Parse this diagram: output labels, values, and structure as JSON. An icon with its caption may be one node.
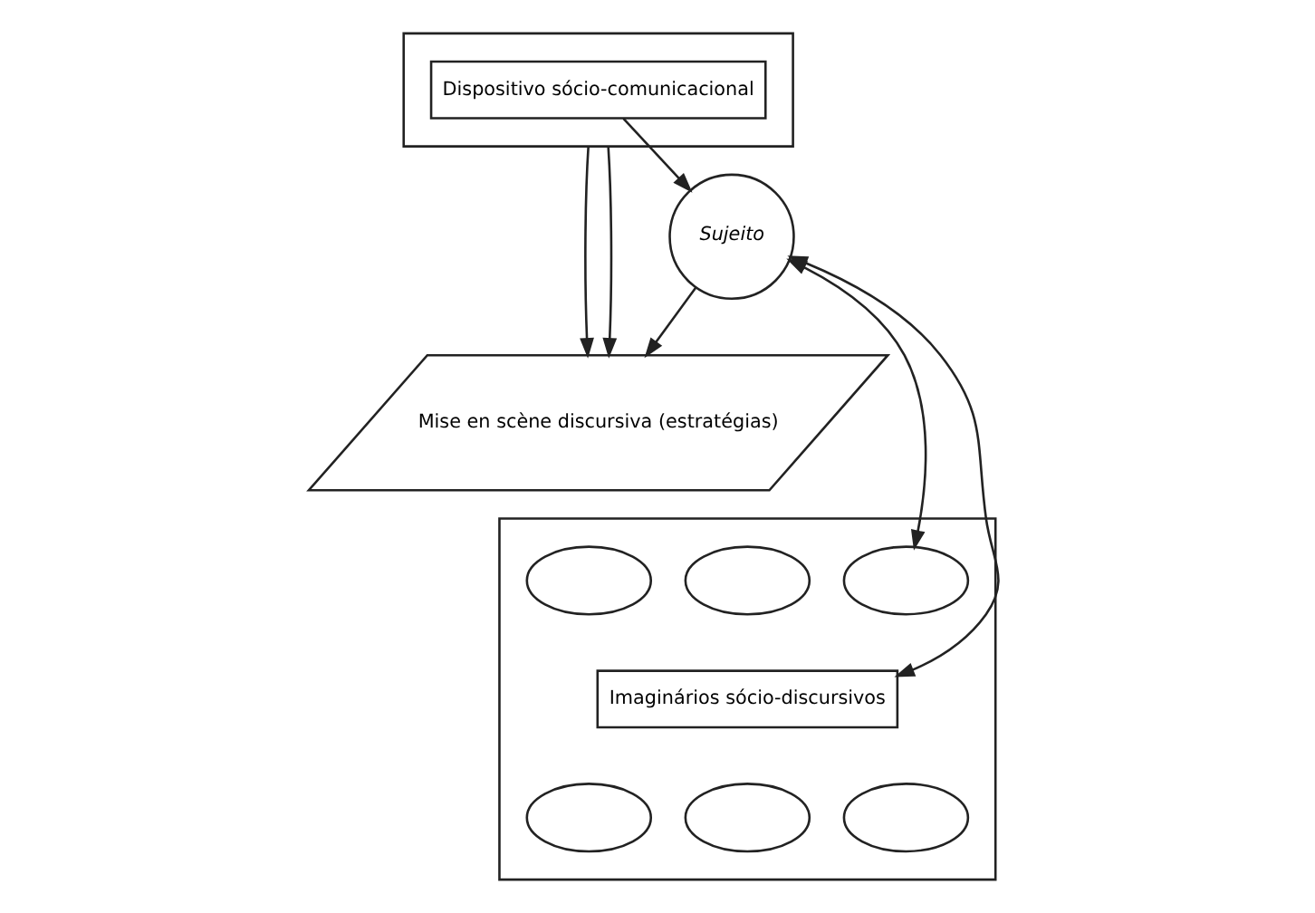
{
  "diagram": {
    "nodes": [
      {
        "text": [],
        "shape": "parallelogram"
      },
      {
        "text": [
          "Dispositivo sócio-comunicacional"
        ],
        "in": 0
      },
      {
        "text": [
          "Sujeito"
        ]
      },
      {
        "text": [
          "Mise en scène discursiva (estratégias)"
        ]
      },
      {
        "text": [],
        "shape": "parallelogram"
      },
      {
        "text": [
          "Imaginários sócio-discursivos"
        ],
        "in": 4
      },
      {
        "text": [],
        "shape": "ellipse",
        "in": 4
      },
      {
        "text": [],
        "shape": "ellipse",
        "in": 4
      },
      {
        "text": [],
        "shape": "ellipse",
        "in": 4
      },
      {
        "text": [],
        "shape": "ellipse",
        "in": 4
      },
      {
        "text": [],
        "shape": "ellipse",
        "in": 4
      },
      {
        "text": [],
        "shape": "ellipse",
        "in": 4
      }
    ],
    "edges": [
      {
        "from": 1,
        "to": 2,
        "arrow": "to"
      },
      {
        "from": 0,
        "to": 3,
        "arrow": "to"
      },
      {
        "from": 0,
        "to": 3,
        "arrow": "to"
      },
      {
        "from": 2,
        "to": 3,
        "arrow": "to"
      },
      {
        "from": 5,
        "to": 2,
        "arrow": "both"
      },
      {
        "from": 2,
        "to": 8,
        "arrow": "both"
      }
    ]
  }
}
